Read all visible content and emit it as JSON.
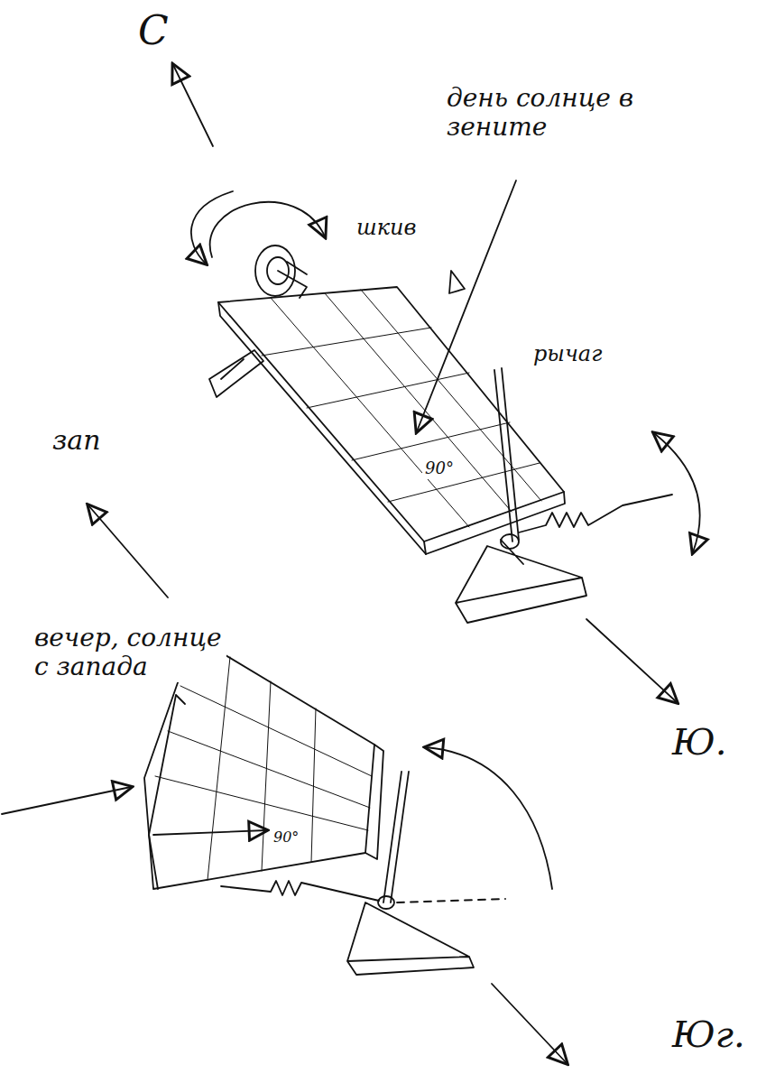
{
  "diagram": {
    "labels": [
      "С",
      "день солнце в зените",
      "шкив",
      "рычаг",
      "90°",
      "зап",
      "вечер, солнце с запада",
      "90°",
      "Ю.",
      "Юг."
    ]
  }
}
